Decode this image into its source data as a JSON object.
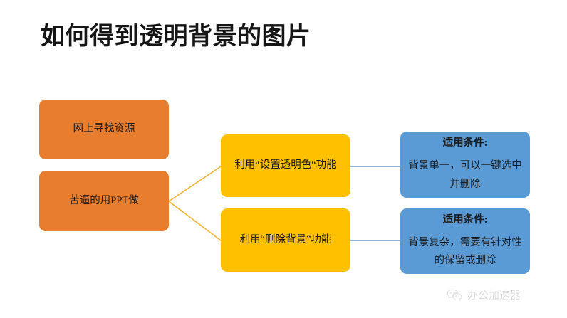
{
  "page": {
    "title": "如何得到透明背景的图片",
    "background_color": "#ffffff"
  },
  "colors": {
    "orange": "#E87D2E",
    "yellow": "#FFC000",
    "blue": "#5B9BD5",
    "orange_connector": "#F5B335",
    "blue_connector": "#7CA9DC",
    "title_text": "#161616",
    "node_text": "#1a1a1a",
    "watermark_text": "#dcdcdc"
  },
  "diagram": {
    "type": "flowchart",
    "level1": [
      {
        "id": "web-resource",
        "label": "网上寻找资源",
        "color": "#E87D2E"
      },
      {
        "id": "ppt-manual",
        "label": "苦逼的用PPT做",
        "color": "#E87D2E"
      }
    ],
    "level2": [
      {
        "id": "transparent-color",
        "label": "利用“设置透明色“功能",
        "color": "#FFC000"
      },
      {
        "id": "remove-background",
        "label": "利用“删除背景”功能",
        "color": "#FFC000"
      }
    ],
    "level3": [
      {
        "id": "condition-one",
        "heading": "适用条件:",
        "body": "背景单一，可以一键选中并删除",
        "color": "#5B9BD5"
      },
      {
        "id": "condition-two",
        "heading": "适用条件:",
        "body": "背景复杂，需要有针对性的保留或删除",
        "color": "#5B9BD5"
      }
    ],
    "connectors": [
      {
        "from": "ppt-manual",
        "to": "transparent-color",
        "style": "diagonal",
        "color": "#F5B335"
      },
      {
        "from": "ppt-manual",
        "to": "remove-background",
        "style": "diagonal",
        "color": "#F5B335"
      },
      {
        "from": "transparent-color",
        "to": "condition-one",
        "style": "horizontal",
        "color": "#7CA9DC"
      },
      {
        "from": "remove-background",
        "to": "condition-two",
        "style": "horizontal",
        "color": "#7CA9DC"
      }
    ]
  },
  "watermark": {
    "icon": "wechat-icon",
    "label": "办公加速器"
  }
}
